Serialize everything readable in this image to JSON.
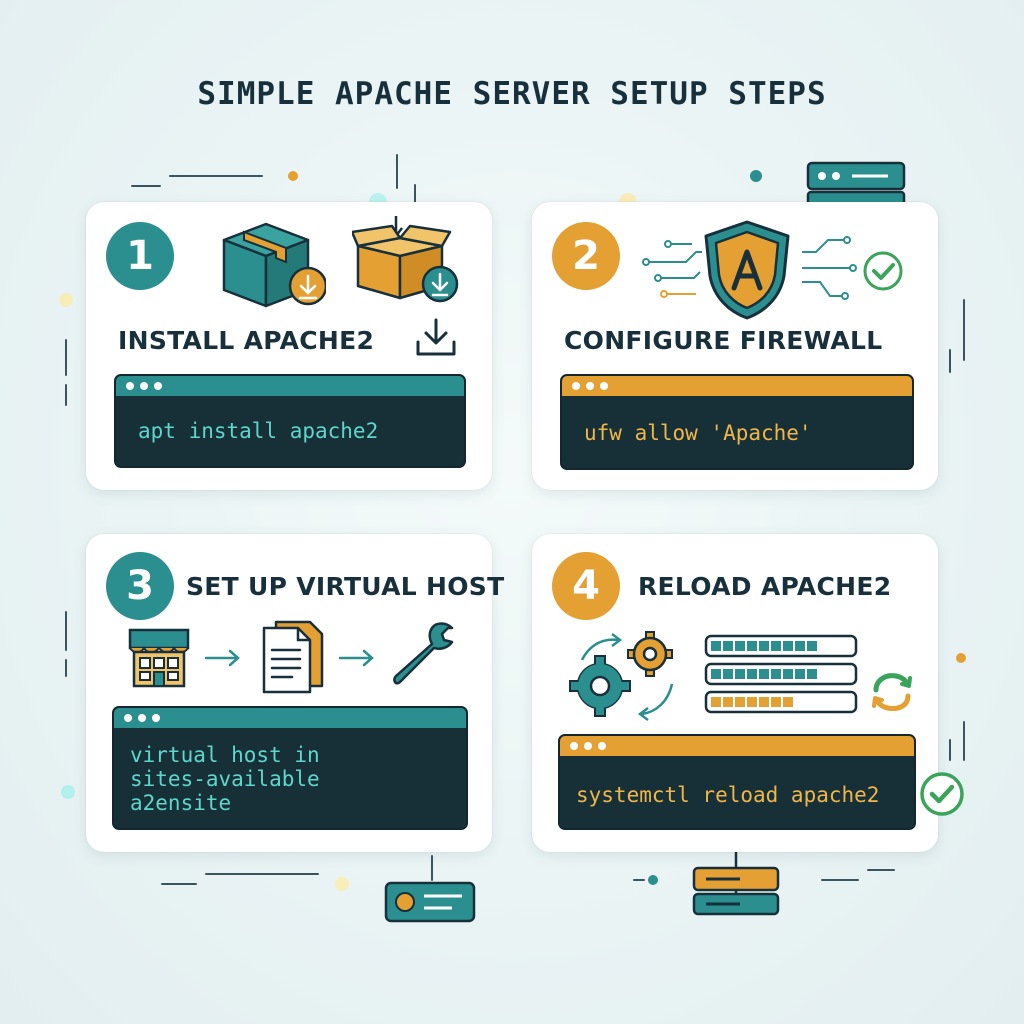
{
  "title": "SIMPLE APACHE SERVER SETUP STEPS",
  "colors": {
    "teal": "#2a8f8e",
    "orange": "#e4a033",
    "dark": "#173038",
    "green": "#3aa45a"
  },
  "steps": [
    {
      "number": "1",
      "heading": "INSTALL APACHE2",
      "command": "apt install apache2",
      "icons": [
        "package-box-icon",
        "open-box-icon",
        "download-icon"
      ]
    },
    {
      "number": "2",
      "heading": "CONFIGURE FIREWALL",
      "command": "ufw allow 'Apache'",
      "icons": [
        "shield-icon",
        "check-circle-icon"
      ]
    },
    {
      "number": "3",
      "heading": "SET UP VIRTUAL HOST",
      "command_lines": [
        "virtual host in",
        "sites-available",
        "a2ensite"
      ],
      "icons": [
        "storefront-icon",
        "document-icon",
        "wrench-icon"
      ]
    },
    {
      "number": "4",
      "heading": "RELOAD APACHE2",
      "command": "systemctl reload apache2",
      "icons": [
        "gears-icon",
        "progress-bars-icon",
        "refresh-icon",
        "check-circle-icon"
      ]
    }
  ],
  "progress_bars": [
    0.85,
    0.85,
    0.6
  ]
}
